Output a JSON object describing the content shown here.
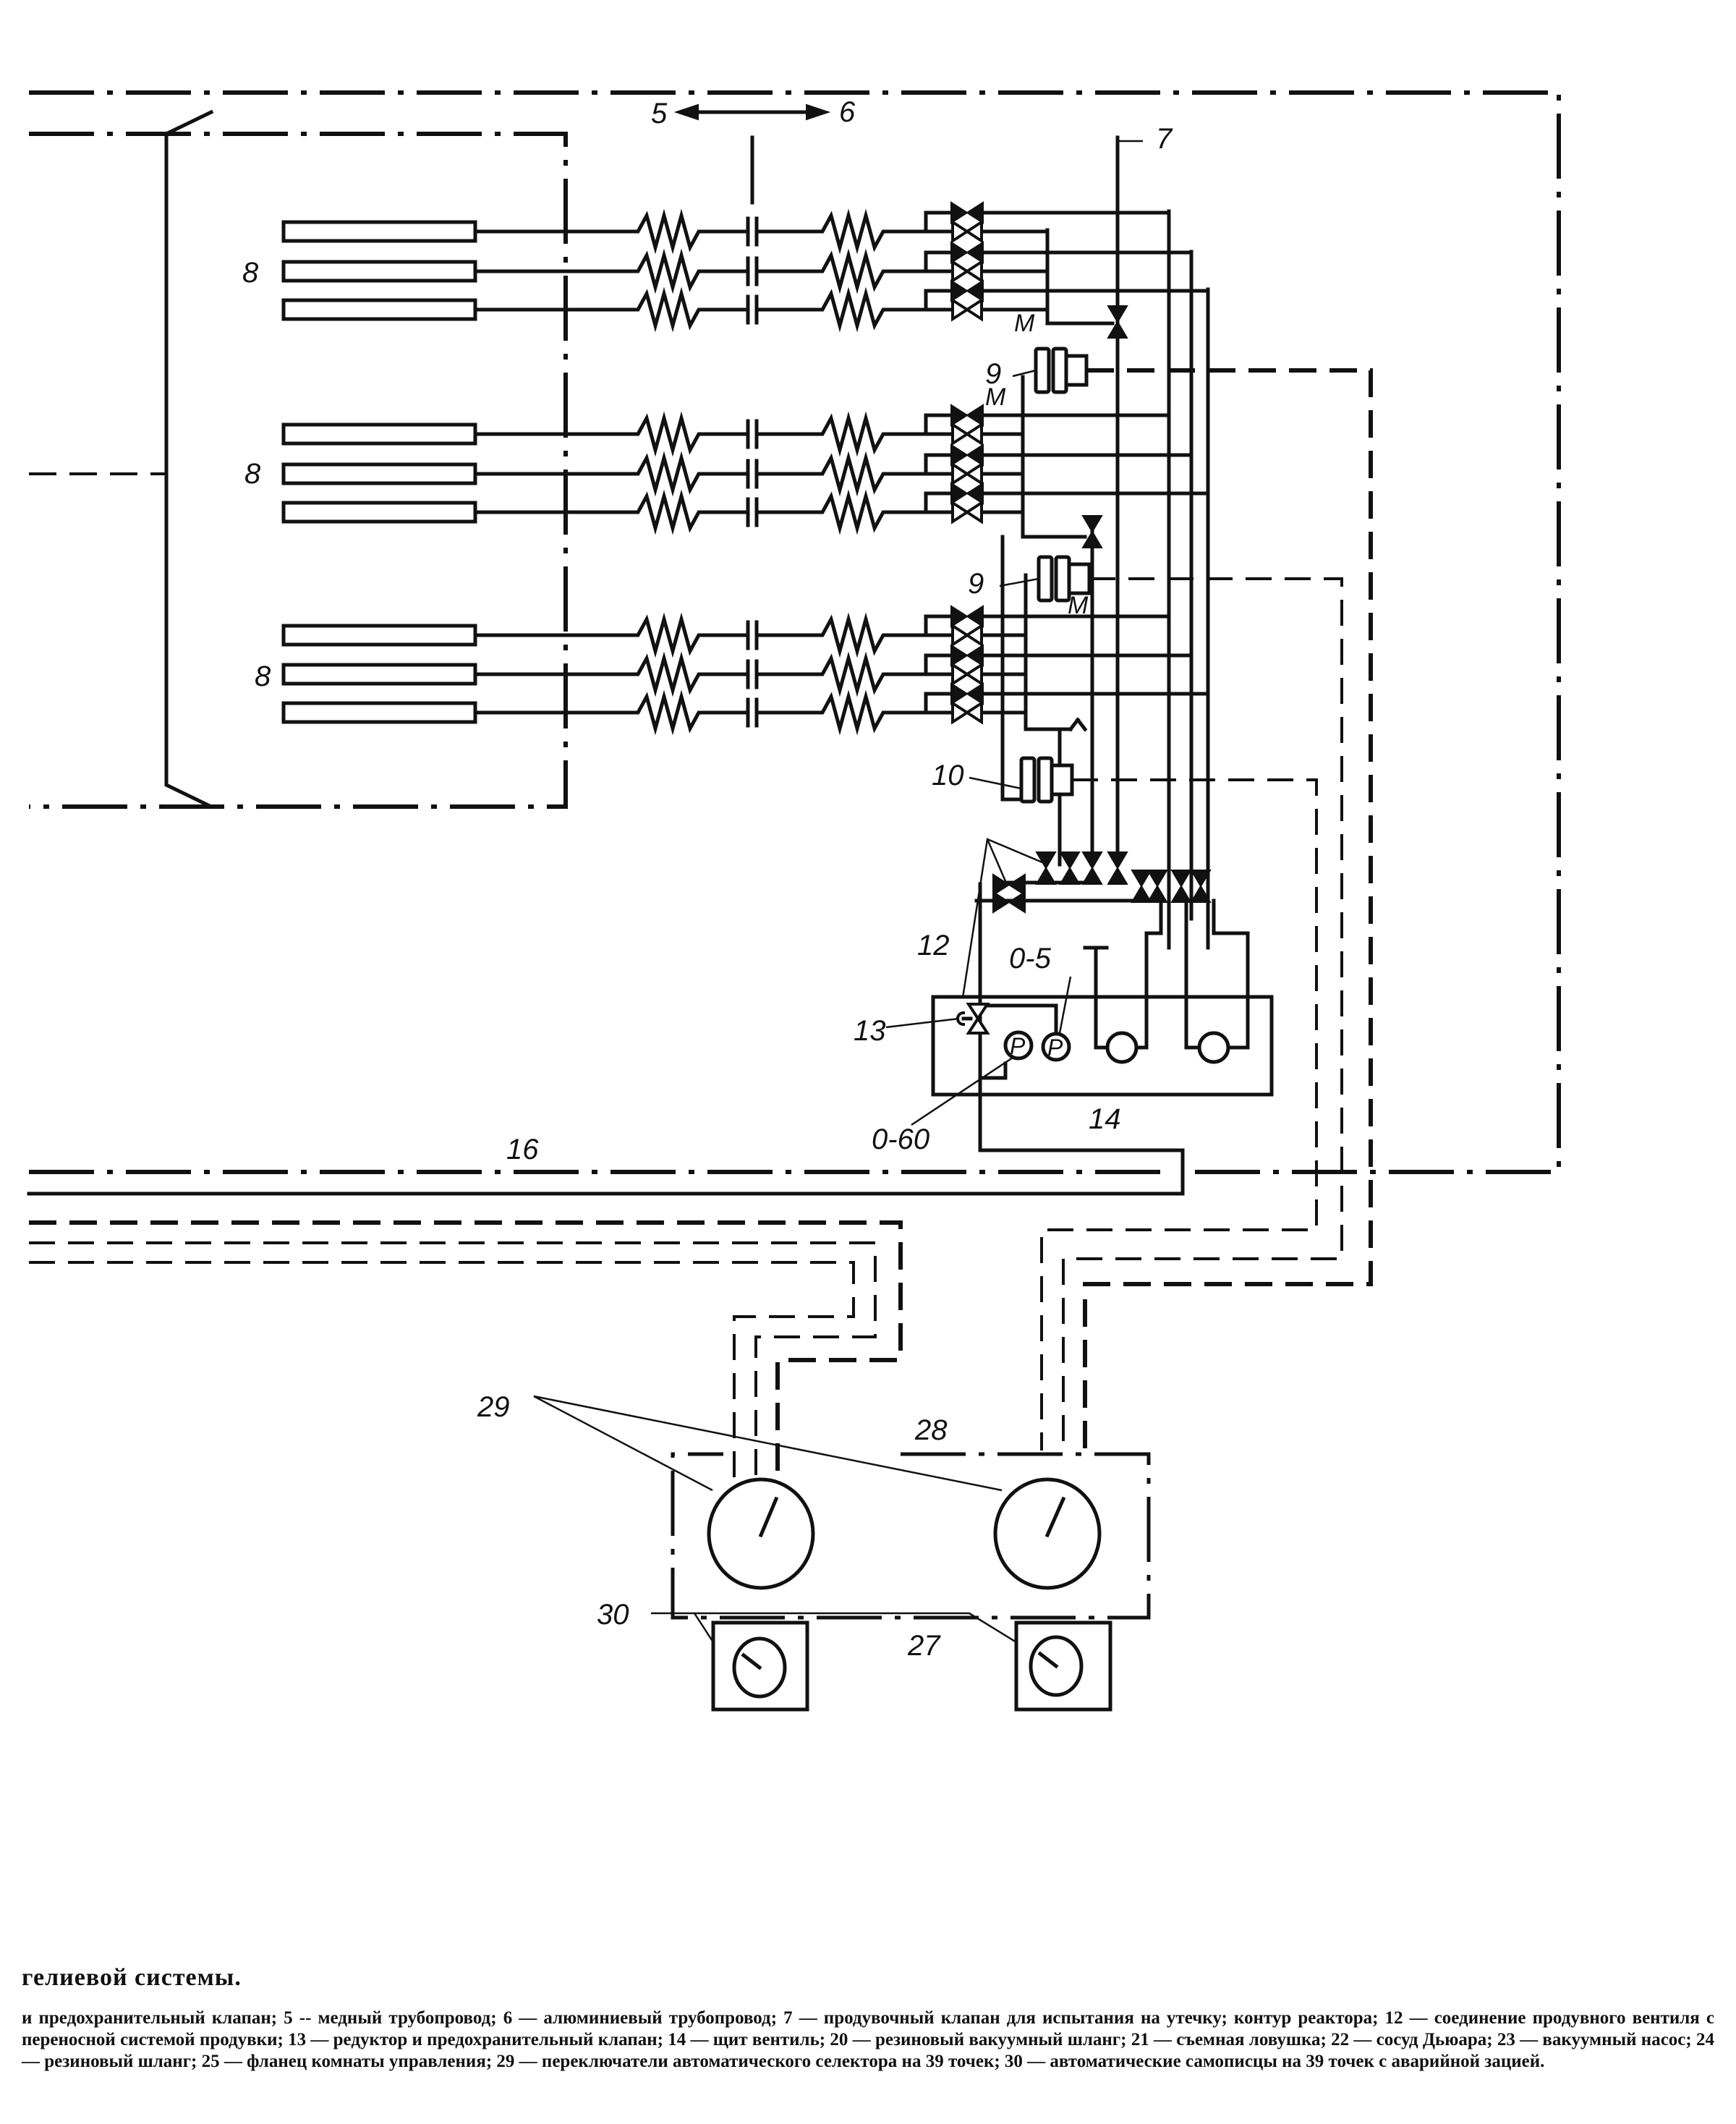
{
  "diagram": {
    "labels": {
      "l5": "5",
      "l6": "6",
      "l7": "7",
      "l8_top": "8",
      "l8_mid": "8",
      "l8_bot": "8",
      "l9_top": "9",
      "l9_mid": "9",
      "l10": "10",
      "l12": "12",
      "l13": "13",
      "l14": "14",
      "l16": "16",
      "l27": "27",
      "l28": "28",
      "l29": "29",
      "l30": "30",
      "range_0_5": "0-5",
      "range_0_60": "0-60",
      "m_1": "M",
      "m_2": "M",
      "m_3": "M",
      "gauge_p1": "P",
      "gauge_p2": "P"
    },
    "components": [
      {
        "id": "8",
        "name": "fuel-channel-group",
        "count": 3
      },
      {
        "id": "9",
        "name": "vacuum-gauge-head"
      },
      {
        "id": "10",
        "name": "vacuum-gauge-head"
      },
      {
        "id": "12",
        "name": "purge-valve-connection"
      },
      {
        "id": "13",
        "name": "reducer-and-relief-valve"
      },
      {
        "id": "14",
        "name": "valve-panel"
      },
      {
        "id": "27",
        "name": "control-cabinet"
      },
      {
        "id": "28",
        "name": "selector-panel"
      },
      {
        "id": "29",
        "name": "auto-selector-switch",
        "count": 2
      },
      {
        "id": "30",
        "name": "auto-recorder",
        "count": 2
      }
    ]
  },
  "caption": {
    "title": "гелиевой системы.",
    "body": "и предохранительный клапан; 5 -- медный трубопровод; 6 — алюминиевый трубопровод; 7 — продувочный клапан для испытания на утечку; контур реактора; 12 — соединение продувного вентиля с переносной системой продувки; 13 — редуктор и предохранительный клапан; 14 — щит вентиль; 20 — резиновый вакуумный шланг; 21 — съемная ловушка; 22 — сосуд Дьюара; 23 — вакуумный насос; 24 — резиновый шланг; 25 — фланец комнаты управления; 29 — переключатели автоматического селектора на 39 точек; 30 — автоматические самописцы на 39 точек с аварийной зацией."
  }
}
